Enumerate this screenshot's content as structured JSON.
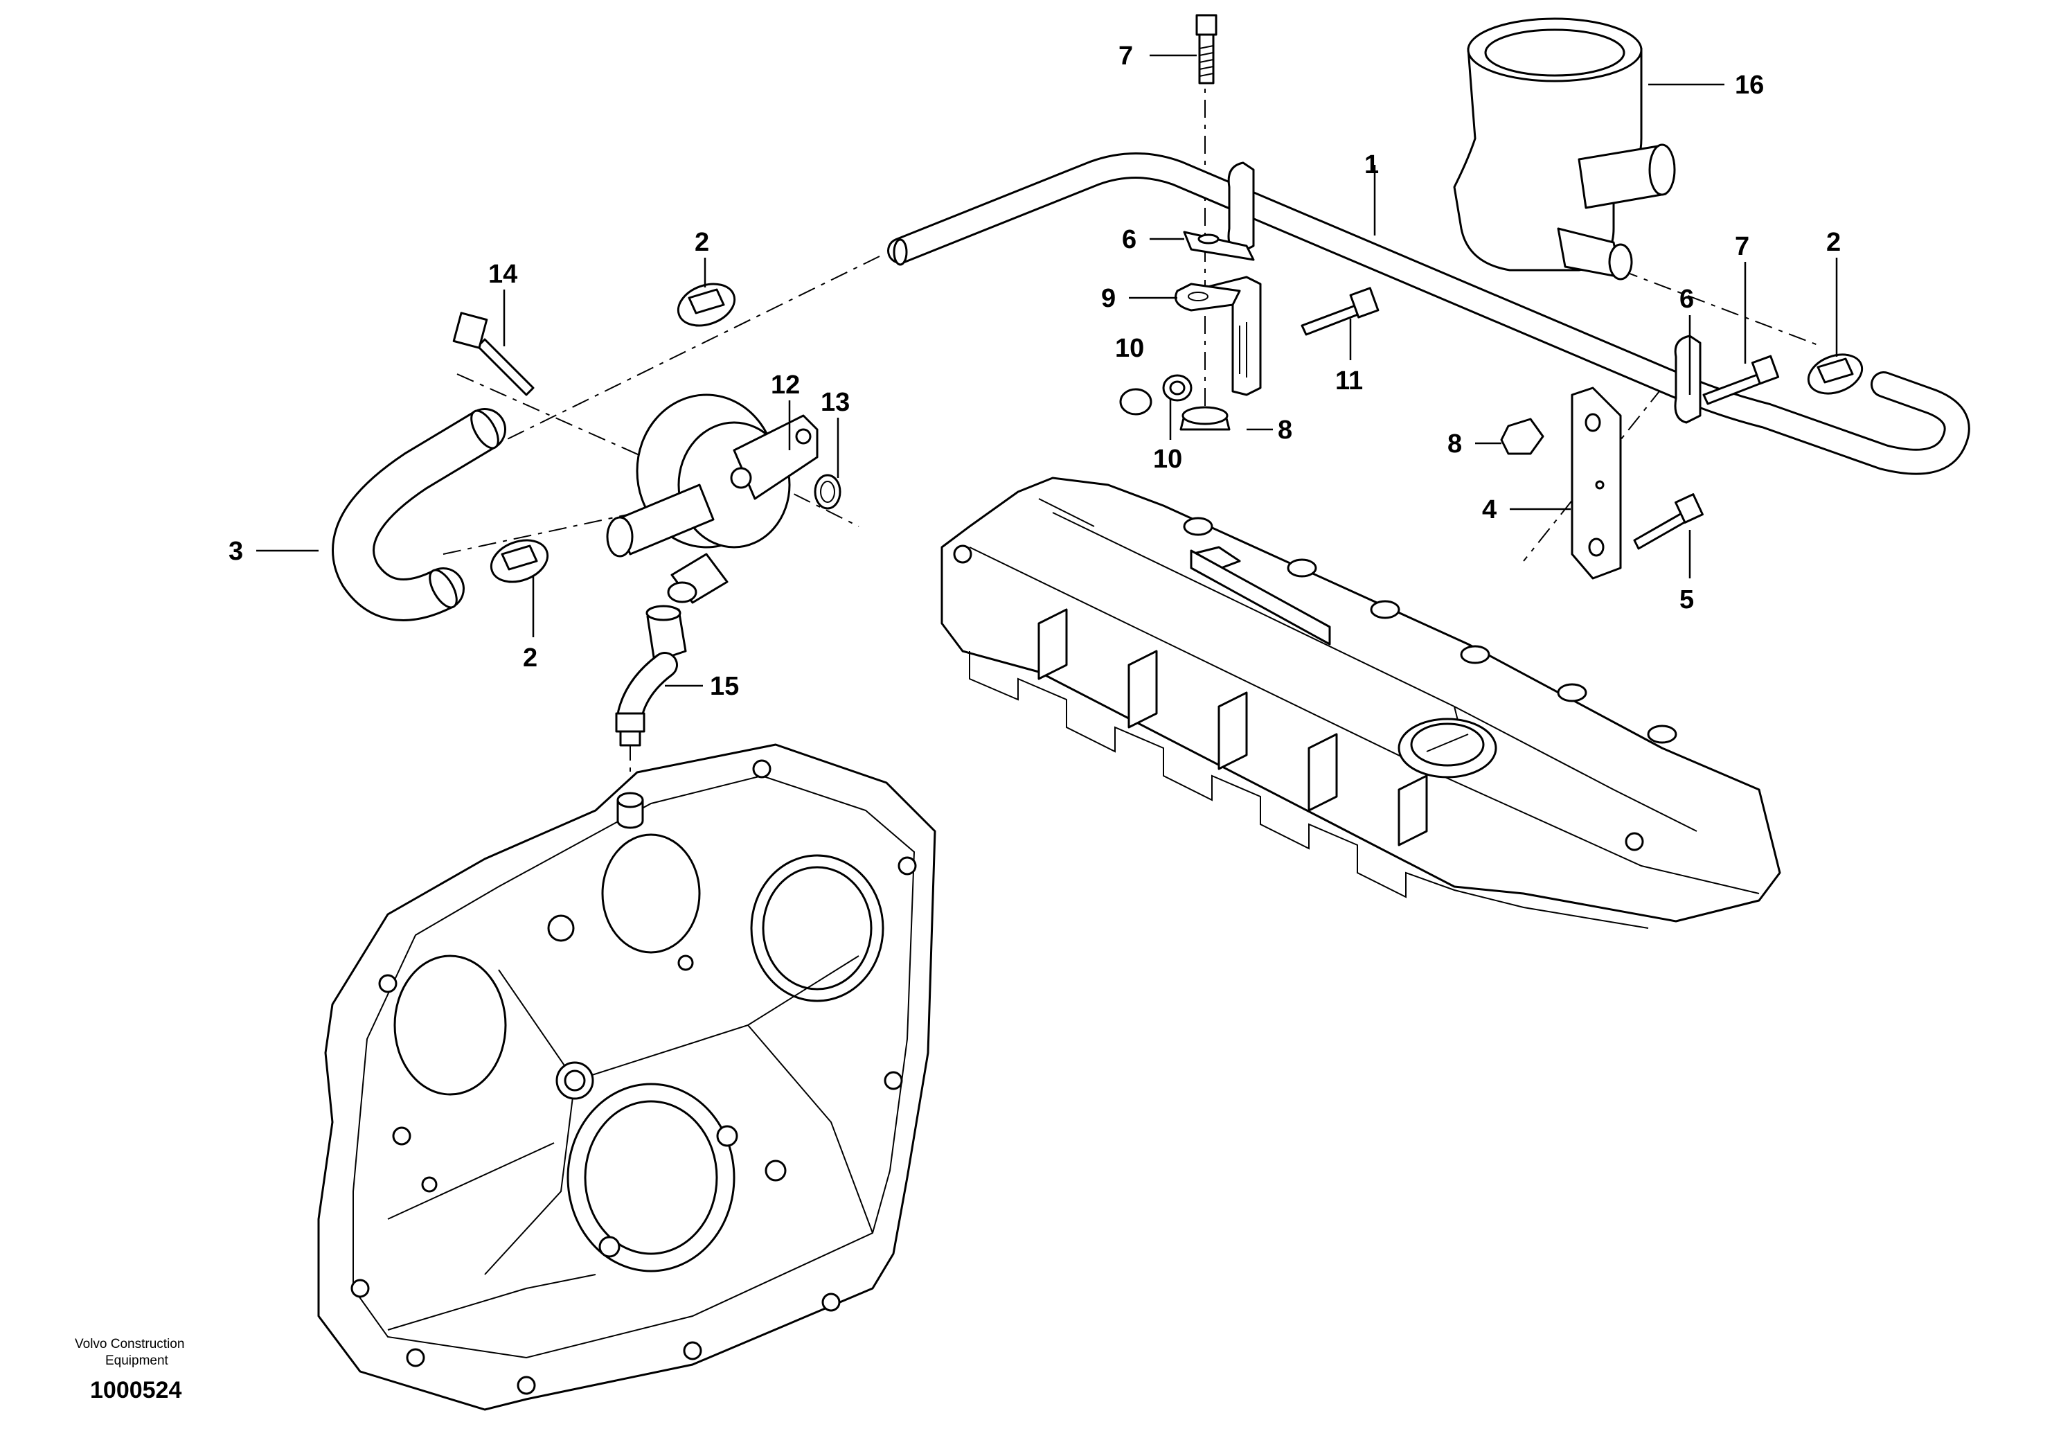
{
  "diagram": {
    "callouts": [
      {
        "id": "c1",
        "text": "1"
      },
      {
        "id": "c2a",
        "text": "2"
      },
      {
        "id": "c2b",
        "text": "2"
      },
      {
        "id": "c2c",
        "text": "2"
      },
      {
        "id": "c3",
        "text": "3"
      },
      {
        "id": "c4",
        "text": "4"
      },
      {
        "id": "c5",
        "text": "5"
      },
      {
        "id": "c6a",
        "text": "6"
      },
      {
        "id": "c6b",
        "text": "6"
      },
      {
        "id": "c7a",
        "text": "7"
      },
      {
        "id": "c7b",
        "text": "7"
      },
      {
        "id": "c8a",
        "text": "8"
      },
      {
        "id": "c8b",
        "text": "8"
      },
      {
        "id": "c9",
        "text": "9"
      },
      {
        "id": "c10a",
        "text": "10"
      },
      {
        "id": "c10b",
        "text": "10"
      },
      {
        "id": "c11",
        "text": "11"
      },
      {
        "id": "c12",
        "text": "12"
      },
      {
        "id": "c13",
        "text": "13"
      },
      {
        "id": "c14",
        "text": "14"
      },
      {
        "id": "c15",
        "text": "15"
      },
      {
        "id": "c16",
        "text": "16"
      }
    ],
    "brand_line1": "Volvo Construction",
    "brand_line2": "Equipment",
    "document_number": "1000524"
  }
}
